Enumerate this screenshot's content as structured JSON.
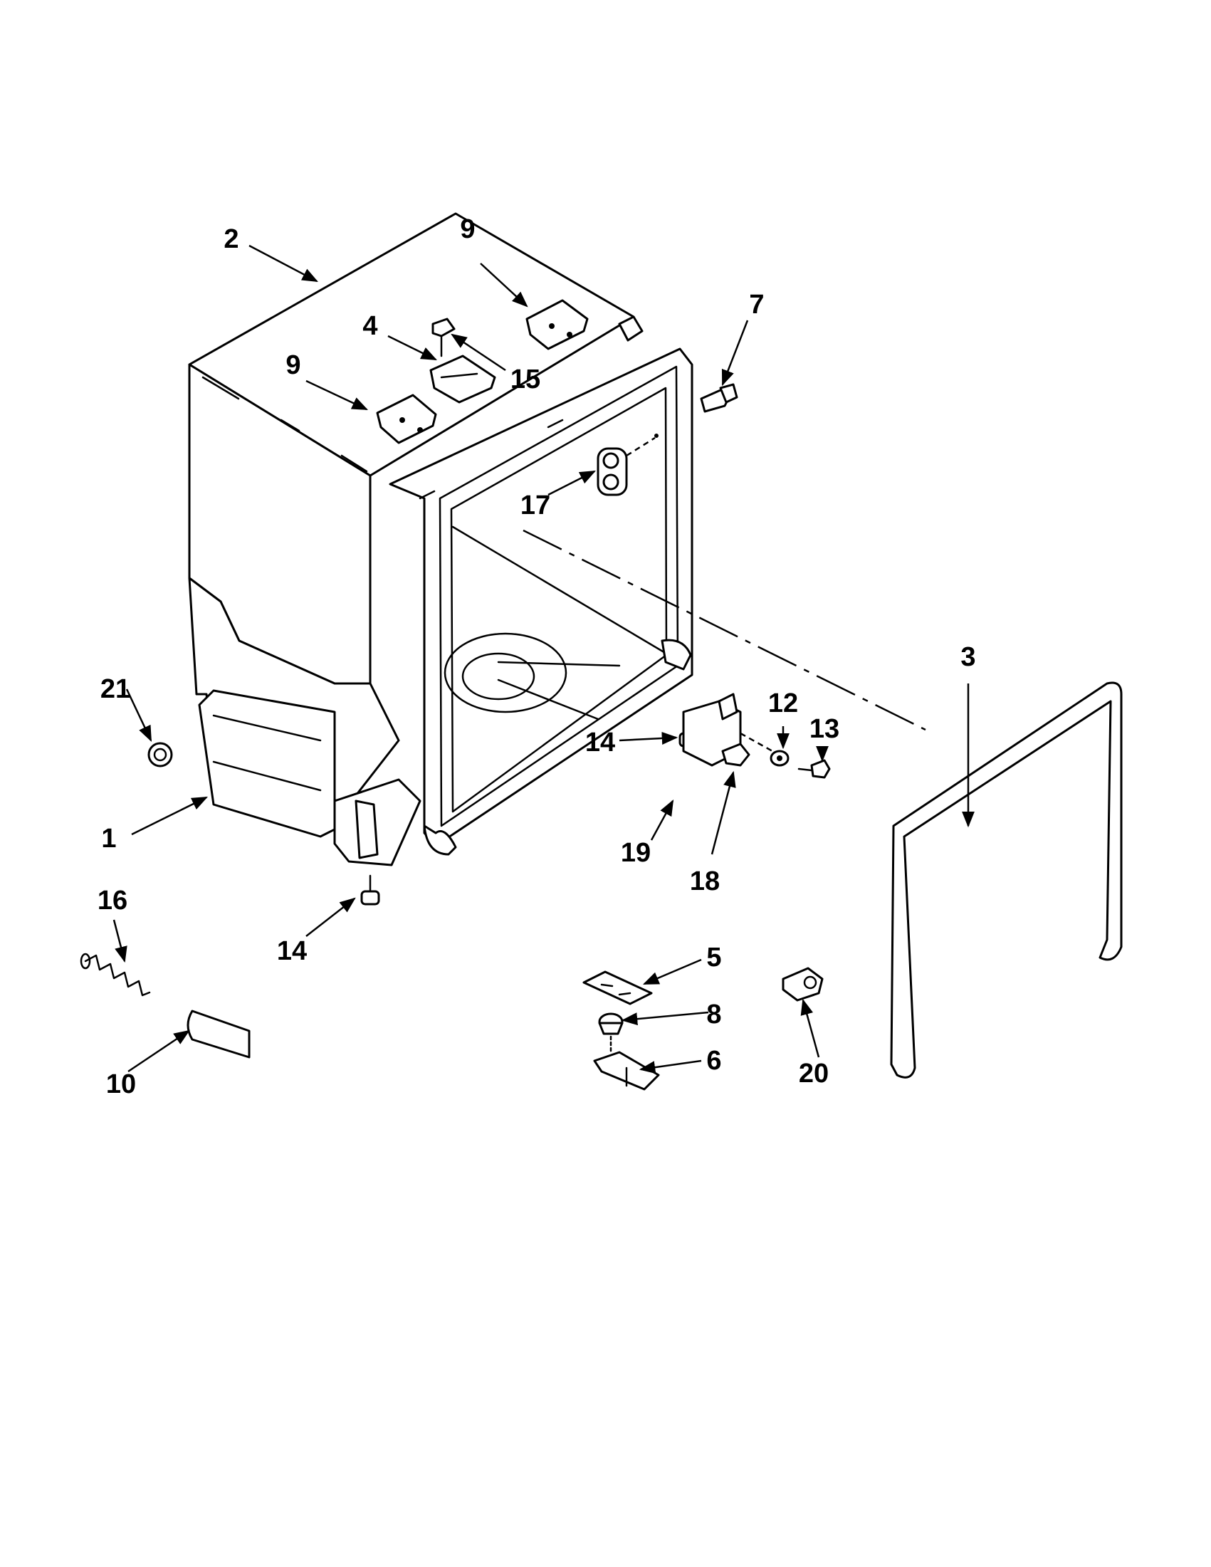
{
  "callouts": [
    {
      "id": "c1",
      "text": "1"
    },
    {
      "id": "c2",
      "text": "2"
    },
    {
      "id": "c3",
      "text": "3"
    },
    {
      "id": "c4",
      "text": "4"
    },
    {
      "id": "c5",
      "text": "5"
    },
    {
      "id": "c6",
      "text": "6"
    },
    {
      "id": "c7",
      "text": "7"
    },
    {
      "id": "c8",
      "text": "8"
    },
    {
      "id": "c9a",
      "text": "9"
    },
    {
      "id": "c9b",
      "text": "9"
    },
    {
      "id": "c10",
      "text": "10"
    },
    {
      "id": "c12",
      "text": "12"
    },
    {
      "id": "c13",
      "text": "13"
    },
    {
      "id": "c14a",
      "text": "14"
    },
    {
      "id": "c14b",
      "text": "14"
    },
    {
      "id": "c15",
      "text": "15"
    },
    {
      "id": "c16",
      "text": "16"
    },
    {
      "id": "c17",
      "text": "17"
    },
    {
      "id": "c18",
      "text": "18"
    },
    {
      "id": "c19",
      "text": "19"
    },
    {
      "id": "c20",
      "text": "20"
    },
    {
      "id": "c21",
      "text": "21"
    }
  ]
}
